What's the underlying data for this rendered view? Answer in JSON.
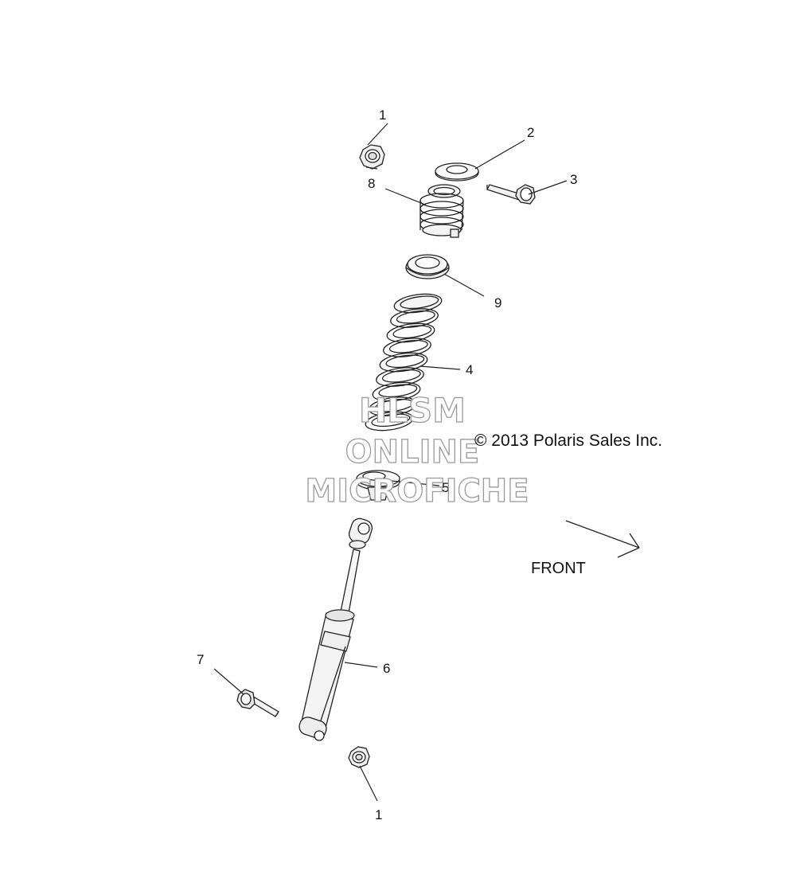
{
  "callouts": [
    {
      "id": "1",
      "part": "nut-top"
    },
    {
      "id": "2",
      "part": "spring-retainer-top"
    },
    {
      "id": "3",
      "part": "bolt-top"
    },
    {
      "id": "8",
      "part": "spring-small"
    },
    {
      "id": "9",
      "part": "spring-seat-middle"
    },
    {
      "id": "4",
      "part": "spring-main"
    },
    {
      "id": "5",
      "part": "spring-retainer-lower"
    },
    {
      "id": "6",
      "part": "shock-absorber"
    },
    {
      "id": "7",
      "part": "bolt-lower"
    },
    {
      "id": "1",
      "part": "nut-lower"
    }
  ],
  "copyright": "© 2013 Polaris Sales Inc.",
  "direction_label": "FRONT",
  "watermark": [
    "HLSM",
    "ONLINE",
    "MICROFICHE"
  ]
}
